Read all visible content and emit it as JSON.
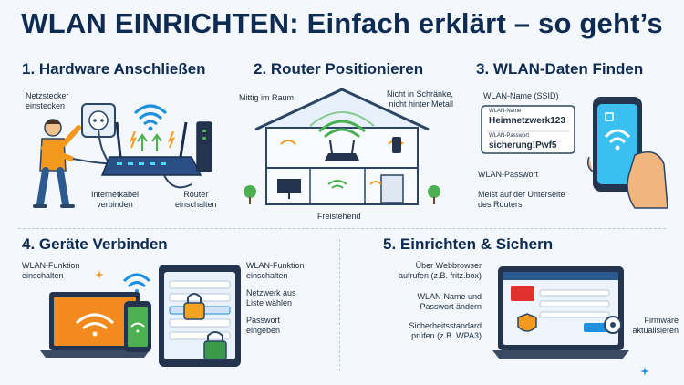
{
  "title": "WLAN EINRICHTEN: Einfach erklärt – so geht’s",
  "sections": {
    "s1": {
      "title": "1. Hardware Anschließen",
      "plug": "Netzstecker\neinstecken",
      "cable": "Internetkabel\nverbinden",
      "power": "Router\neinschalten"
    },
    "s2": {
      "title": "2. Router Positionieren",
      "center": "Mittig im Raum",
      "avoid": "Nicht in Schränke,\nnicht hinter Metall",
      "free": "Freistehend"
    },
    "s3": {
      "title": "3. WLAN-Daten Finden",
      "ssid_label": "WLAN-Name (SSID)",
      "card_name_caption": "WLAN-Name",
      "card_name_value": "Heimnetzwerk123",
      "card_pw_caption": "WLAN-Passwort",
      "card_pw_value": "sicherung!Pwf5",
      "pw_label": "WLAN-Passwort",
      "location": "Meist auf der Unterseite\ndes Routers"
    },
    "s4": {
      "title": "4. Geräte Verbinden",
      "wifi_on": "WLAN-Funktion\neinschalten",
      "wifi_on2": "WLAN-Funktion\neinschalten",
      "choose": "Netzwerk aus\nListe wählen",
      "password": "Passwort\neingeben"
    },
    "s5": {
      "title": "5. Einrichten & Sichern",
      "browser": "Über Webbrowser\naufrufen (z.B. fritz.box)",
      "change": "WLAN-Name und\nPasswort ändern",
      "security": "Sicherheitsstandard\nprüfen (z.B. WPA3)",
      "firmware": "Firmware\naktualisieren"
    }
  },
  "colors": {
    "navy": "#0e2b52",
    "accent_blue": "#1f8fe0",
    "orange": "#f39a1e",
    "green": "#4caf50",
    "background": "#f4f8fc"
  }
}
